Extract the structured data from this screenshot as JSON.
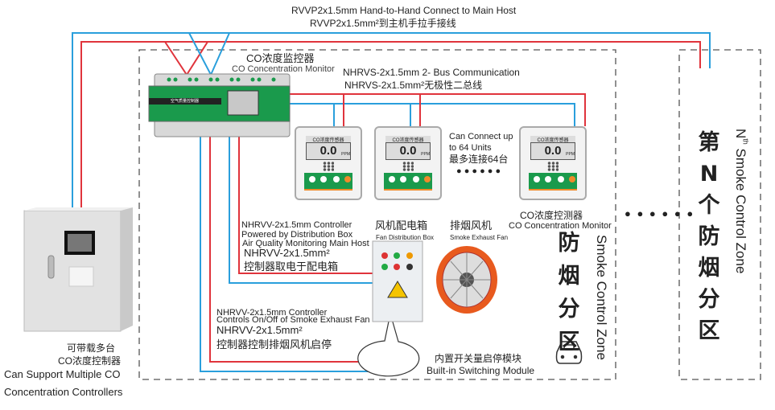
{
  "top_wire": {
    "line1": "RVVP2x1.5mm Hand-to-Hand Connect to Main Host",
    "line2": "RVVP2x1.5mm²到主机手拉手接线"
  },
  "monitor": {
    "label_cn": "CO浓度监控器",
    "label_en": "CO Concentration Monitor",
    "panel_text": "空气质量控制器"
  },
  "bus": {
    "line1": "NHRVS-2x1.5mm 2- Bus Communication",
    "line2": "NHRVS-2x1.5mm²无极性二总线"
  },
  "detector": {
    "header": "CO浓度传感器",
    "reading": "0.0",
    "unit": "PPM",
    "label_cn": "CO浓度控测器",
    "label_en": "CO Concentration Monitor"
  },
  "capacity": {
    "line1": "Can Connect up",
    "line2": "to 64 Units",
    "line3": "最多连接64台",
    "dots": "● ● ● ● ● ●"
  },
  "power_wire": {
    "line1": "NHRVV-2x1.5mm Controller",
    "line2": "Powered by Distribution Box",
    "line3": "Air Quality Monitoring Main Host",
    "line4": "NHRVV-2x1.5mm²",
    "line5": "控制器取电于配电箱"
  },
  "control_wire": {
    "line1": "NHRVV-2x1.5mm Controller",
    "line2": "Controls On/Off of Smoke Exhaust Fan",
    "line3": "NHRVV-2x1.5mm²",
    "line4": "控制器控制排烟风机启停"
  },
  "fan_box": {
    "label_cn": "风机配电箱",
    "label_en": "Fan Distribution Box"
  },
  "fan": {
    "label_cn": "排烟风机",
    "label_en": "Smoke Exhaust Fan"
  },
  "module": {
    "label_cn": "内置开关量启停模块",
    "label_en": "Built-in Switching Module"
  },
  "cabinet": {
    "line1": "可带载多台",
    "line2": "CO浓度控制器",
    "line3": "Can Support Multiple CO",
    "line4": "Concentration Controllers"
  },
  "zone1": {
    "cn": [
      "防",
      "烟",
      "分",
      "区"
    ],
    "en": "Smoke Control Zone",
    "icon": "car-icon"
  },
  "zone_n": {
    "cn": [
      "第",
      "N",
      "个",
      "防",
      "烟",
      "分",
      "区"
    ],
    "en_prefix": "N",
    "en_sup": "th",
    "en": " Smoke Control Zone"
  },
  "between_zones": "● ● ● ● ● ●",
  "colors": {
    "red_wire": "#e0343c",
    "blue_wire": "#2a9fdc",
    "green_panel": "#1a9a4c"
  }
}
